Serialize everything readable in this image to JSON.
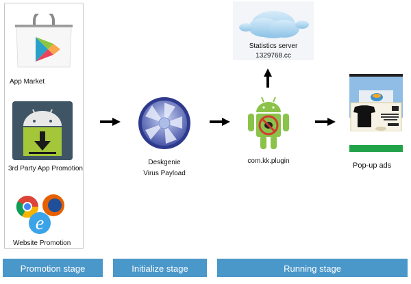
{
  "sources": {
    "app_market": {
      "label": "App Market",
      "icon": "play-store-bag-icon"
    },
    "third_party": {
      "label": "3rd Party App Promotion",
      "icon": "android-download-icon"
    },
    "website": {
      "label": "Website Promotion",
      "icon": "browsers-icon"
    }
  },
  "payload": {
    "name": "Deskgenie",
    "desc": "Virus Payload",
    "icon": "fan-icon"
  },
  "plugin": {
    "name": "com.kk.plugin",
    "icon": "android-bug-icon"
  },
  "server": {
    "line1": "Statistics server",
    "line2": "1329768.cc",
    "icon": "cloud-icon"
  },
  "ads": {
    "label": "Pop-up ads",
    "icon": "phone-ad-icon"
  },
  "stages": [
    "Promotion stage",
    "Initialize stage",
    "Running stage"
  ],
  "colors": {
    "stage_bg": "#4a97c9",
    "android_green": "#8bc34a",
    "ad_button": "#22a34a"
  }
}
